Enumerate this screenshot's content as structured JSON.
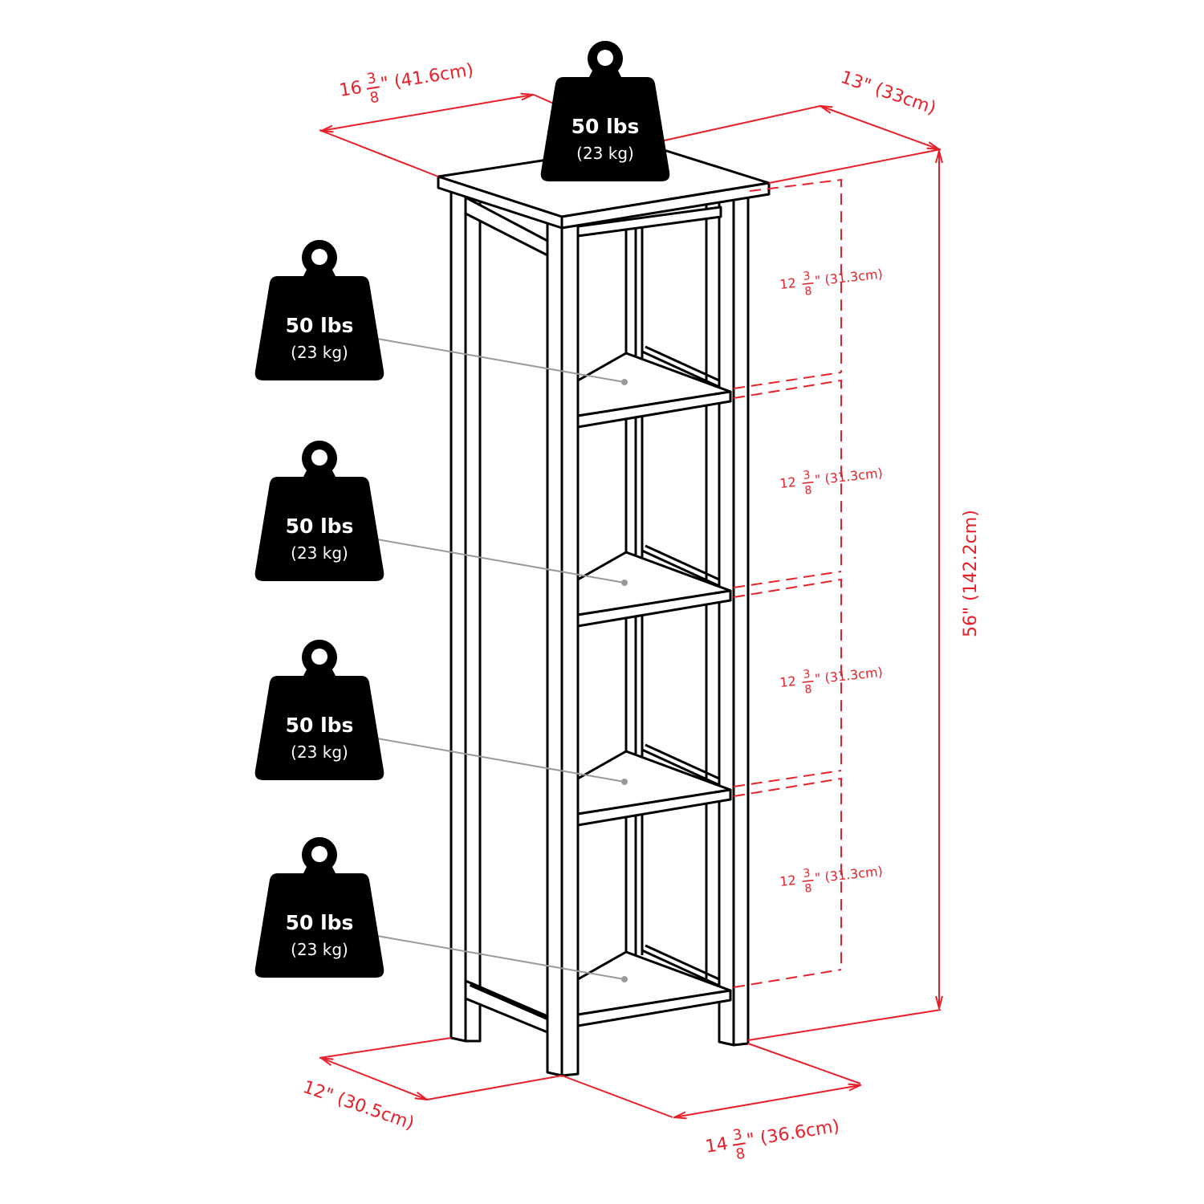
{
  "diagram": {
    "type": "product-dimension-diagram",
    "subject": "5-tier open shelf tower",
    "colors": {
      "dimension": "#e8202a",
      "outline": "#000000",
      "weight_badge": "#000000",
      "leader": "#9a9a9a",
      "background": "#ffffff"
    },
    "dimensions": {
      "top_width": {
        "whole": "16",
        "num": "3",
        "den": "8",
        "rest": "\" (41.6cm)"
      },
      "top_depth": {
        "label": "13\" (33cm)"
      },
      "height": {
        "label": "56\" (142.2cm)"
      },
      "base_depth": {
        "label": "12\" (30.5cm)"
      },
      "base_width": {
        "whole": "14",
        "num": "3",
        "den": "8",
        "rest": "\" (36.6cm)"
      },
      "shelf_spacing": [
        {
          "whole": "12",
          "num": "3",
          "den": "8",
          "rest": "\" (31.3cm)"
        },
        {
          "whole": "12",
          "num": "3",
          "den": "8",
          "rest": "\" (31.3cm)"
        },
        {
          "whole": "12",
          "num": "3",
          "den": "8",
          "rest": "\" (31.3cm)"
        },
        {
          "whole": "12",
          "num": "3",
          "den": "8",
          "rest": "\" (31.3cm)"
        }
      ]
    },
    "weight_capacity": [
      {
        "position": "top",
        "main": "50 lbs",
        "sub": "(23 kg)"
      },
      {
        "position": "shelf-1",
        "main": "50 lbs",
        "sub": "(23 kg)"
      },
      {
        "position": "shelf-2",
        "main": "50 lbs",
        "sub": "(23 kg)"
      },
      {
        "position": "shelf-3",
        "main": "50 lbs",
        "sub": "(23 kg)"
      },
      {
        "position": "shelf-4",
        "main": "50 lbs",
        "sub": "(23 kg)"
      }
    ]
  }
}
